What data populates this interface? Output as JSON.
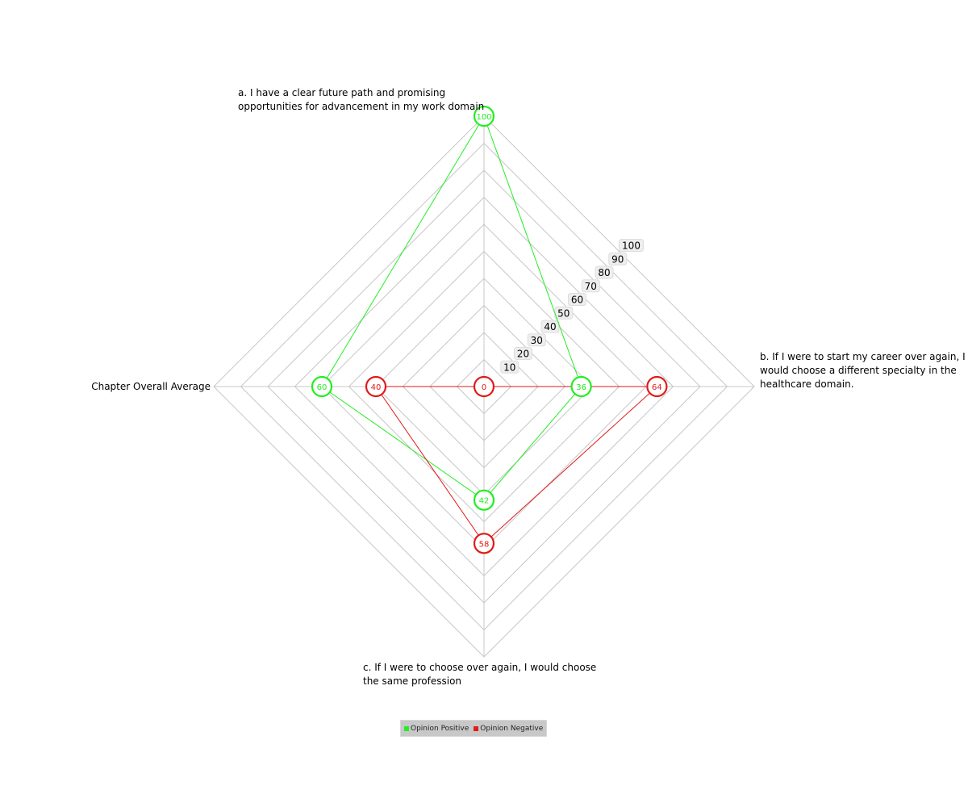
{
  "chart_data": {
    "type": "radar",
    "axes": [
      "a. I have a clear future path and promising\nopportunities for advancement in my work domain",
      "b. If I were to start my career over again, I\nwould choose a different specialty in the\nhealthcare domain.",
      "c. If I were to choose over again, I would choose\nthe same profession",
      "Chapter Overall Average"
    ],
    "scale_ticks": [
      10,
      20,
      30,
      40,
      50,
      60,
      70,
      80,
      90,
      100
    ],
    "zero_label": "0",
    "range": [
      0,
      100
    ],
    "series": [
      {
        "name": "Opinion Positive",
        "color": "#22ee22",
        "values": [
          100,
          36,
          42,
          60
        ]
      },
      {
        "name": "Opinion Negative",
        "color": "#e11a1a",
        "values": [
          0,
          64,
          58,
          40
        ]
      }
    ],
    "legend_position": "bottom",
    "grid": true
  }
}
